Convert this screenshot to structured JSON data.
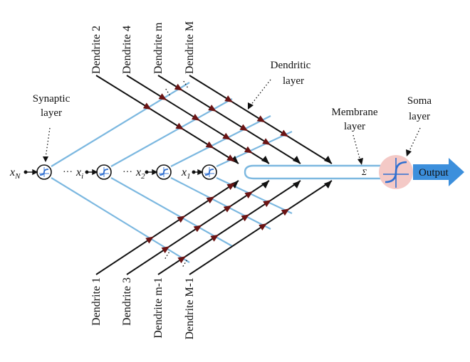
{
  "labels": {
    "synaptic": [
      "Synaptic",
      "layer"
    ],
    "dendritic": [
      "Dendritic",
      "layer"
    ],
    "membrane": [
      "Membrane",
      "layer"
    ],
    "soma": [
      "Soma",
      "layer"
    ],
    "output": "Output",
    "sigma": "Σ",
    "dots": "···",
    "vdots": "⋮"
  },
  "dendrites_top": [
    "Dendrite 2",
    "Dendrite 4",
    "Dendrite m",
    "Dendrite M"
  ],
  "dendrites_bottom": [
    "Dendrite 1",
    "Dendrite 3",
    "Dendrite m-1",
    "Dendrite M-1"
  ],
  "inputs": [
    {
      "base": "x",
      "sub": "N"
    },
    {
      "base": "x",
      "sub": "i"
    },
    {
      "base": "x",
      "sub": "2"
    },
    {
      "base": "x",
      "sub": "1"
    }
  ],
  "colors": {
    "blue_line": "#7cb8e0",
    "synapse_marker": "#6b1414",
    "soma_fill": "#f4c9c6",
    "output_arrow": "#3c8fdc",
    "node_curve": "#2f6fd0"
  }
}
